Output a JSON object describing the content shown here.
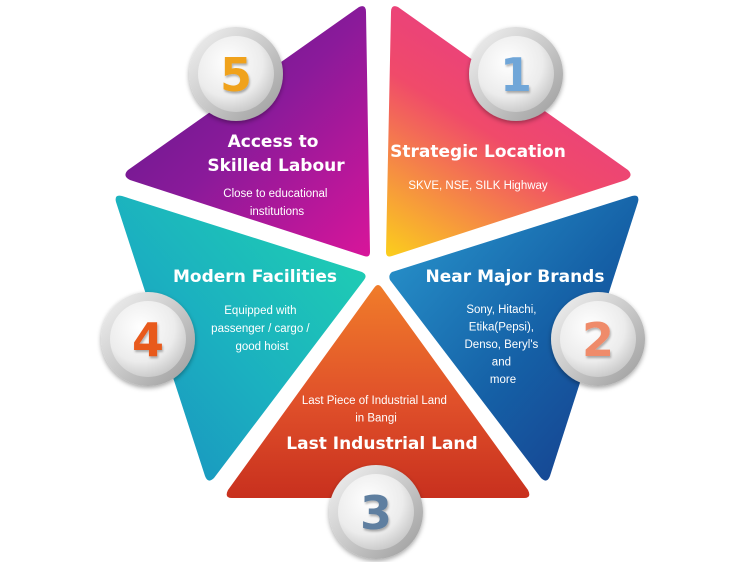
{
  "segments": [
    {
      "number": "1",
      "title_lines": [
        "Strategic Location"
      ],
      "desc_lines": [
        "SKVE, NSE, SILK Highway"
      ],
      "colors": [
        "#fbcf1c",
        "#f04a6a",
        "#e53a8a"
      ],
      "number_color": "#6fa6d8"
    },
    {
      "number": "2",
      "title_lines": [
        "Near Major Brands"
      ],
      "desc_lines": [
        "Sony, Hitachi,",
        "Etika(Pepsi),",
        "Denso, Beryl's",
        "and",
        "more"
      ],
      "colors": [
        "#2a9ad0",
        "#1560a6",
        "#173a8a"
      ],
      "number_color": "#ef8b6a"
    },
    {
      "number": "3",
      "title_lines": [
        "Last Industrial Land"
      ],
      "desc_lines": [
        "Last Piece of Industrial Land",
        "in Bangi"
      ],
      "colors": [
        "#f07c2a",
        "#e0502a",
        "#c8301e"
      ],
      "number_color": "#5f7fa0"
    },
    {
      "number": "4",
      "title_lines": [
        "Modern Facilities"
      ],
      "desc_lines": [
        "Equipped with",
        "passenger / cargo /",
        "good hoist"
      ],
      "colors": [
        "#1fd4b0",
        "#1bb0c0",
        "#1a8ec0"
      ],
      "number_color": "#e85a1e"
    },
    {
      "number": "5",
      "title_lines": [
        "Access to",
        "Skilled Labour"
      ],
      "desc_lines": [
        "Close to educational",
        "institutions"
      ],
      "colors": [
        "#5a1a8a",
        "#8a1a9a",
        "#d8159a"
      ],
      "number_color": "#f0a21a"
    }
  ]
}
